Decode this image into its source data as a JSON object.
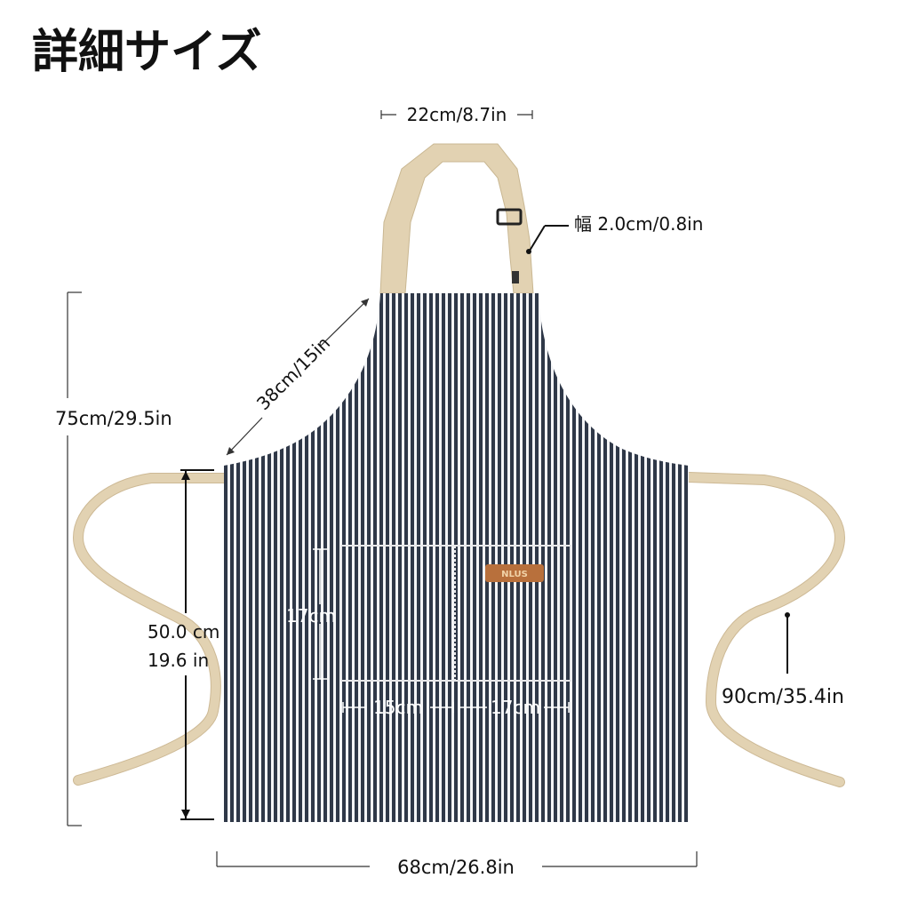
{
  "title": "詳細サイズ",
  "colors": {
    "stripe_dark": "#2f3848",
    "stripe_light": "#f3f4f6",
    "strap": "#e2d2b2",
    "badge": "#b8703c"
  },
  "badge_text": "NLUS",
  "dimensions": {
    "neck_width": "22cm/8.7in",
    "strap_width": "幅 2.0cm/0.8in",
    "bib_diagonal": "38cm/15in",
    "total_length": "75cm/29.5in",
    "lower_length_line1": "50.0 cm",
    "lower_length_line2": "19.6 in",
    "pocket_height": "17cm",
    "pocket_left_width": "15cm",
    "pocket_right_width": "17cm",
    "tie_length": "90cm/35.4in",
    "total_width": "68cm/26.8in"
  }
}
